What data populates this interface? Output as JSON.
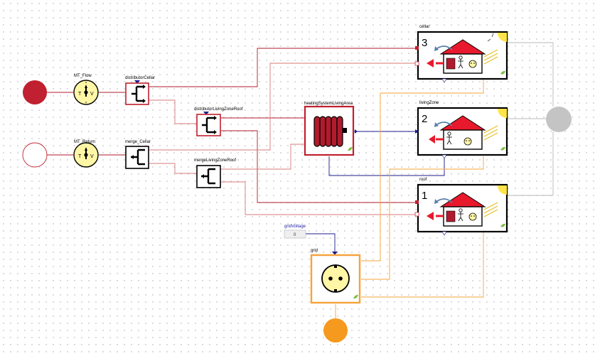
{
  "components": {
    "mt_flow": "MT_Flow",
    "mt_return": "MT_Return",
    "distributor_cellar": "distributorCellar",
    "merge_cellar": "merge_Cellar",
    "distributor_living_zone_roof": "distributorLivingZoneRoof",
    "merge_living_zone_roof": "mergeLivingZoneRoof",
    "heating_system": "heatingSystemLivingArea",
    "cellar": "cellar",
    "living_zone": "livingZone",
    "roof": "roof",
    "grid_voltage": "gridVoltage",
    "grid": "grid"
  },
  "zone_numbers": {
    "cellar": "3",
    "living_zone": "2",
    "roof": "1"
  },
  "grid_voltage_value": "0",
  "sensor_letters": {
    "t": "T",
    "v": "V"
  },
  "colors": {
    "flow_port": "#c0202f",
    "fluid_wire": "#b01b2e",
    "electric": "#f5a33a",
    "signal": "#1c1c8c",
    "weather_port": "#c4c4c4",
    "sun": "#ffe44a",
    "house_roof": "#e8192c"
  },
  "icons": [
    "radiator-icon",
    "house-icon",
    "socket-icon",
    "thermometer-icon",
    "sun-icon",
    "leaf-icon"
  ]
}
